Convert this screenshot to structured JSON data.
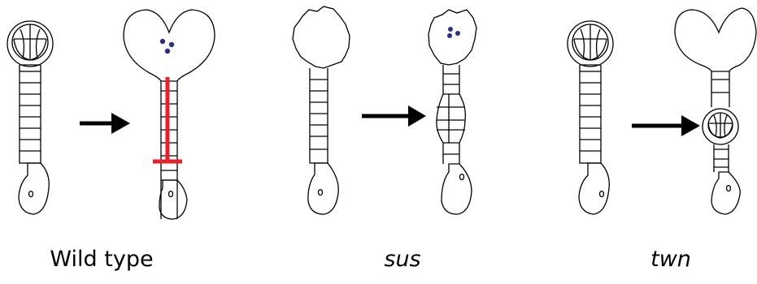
{
  "labels": {
    "wild_type": "Wild type",
    "sus": "sus",
    "twn": "twn"
  },
  "colors": {
    "outline": "#000000",
    "arrow": "#000000",
    "inhibition": "#e8202a",
    "nuclei": "#2b2f86"
  }
}
